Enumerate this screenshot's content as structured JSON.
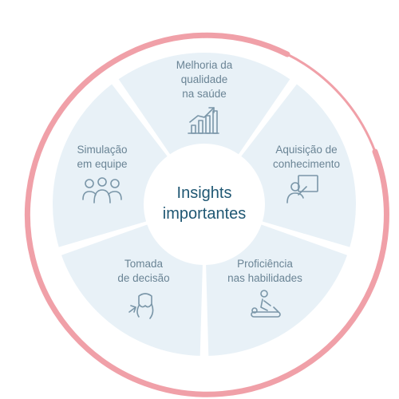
{
  "center": {
    "lines": [
      "Insights",
      "importantes"
    ]
  },
  "segments": [
    {
      "lines": [
        "Melhoria da",
        "qualidade",
        "na saúde"
      ],
      "icon": "bar-chart-growth-icon"
    },
    {
      "lines": [
        "Aquisição de",
        "conhecimento"
      ],
      "icon": "presenter-board-icon"
    },
    {
      "lines": [
        "Proficiência",
        "nas habilidades"
      ],
      "icon": "massage-therapy-icon"
    },
    {
      "lines": [
        "Tomada",
        "de decisão"
      ],
      "icon": "vr-headset-icon"
    },
    {
      "lines": [
        "Simulação",
        "em equipe"
      ],
      "icon": "team-group-icon"
    }
  ],
  "colors": {
    "segment_fill": "#e8f1f7",
    "ring": "#f0a0a8",
    "center_text": "#1f5773",
    "segment_text": "#6a8495",
    "icon_stroke": "#7a96a8"
  }
}
